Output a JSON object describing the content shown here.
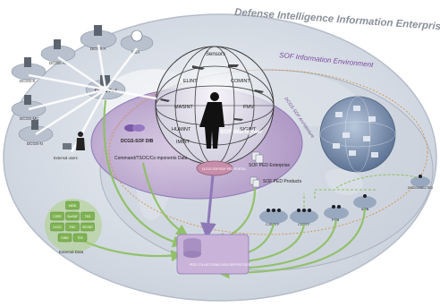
{
  "title": "Defense Intelligence Information Enterprise",
  "sof_env_label": "SOF Information Environment",
  "dcgs_sof_arch_label": "DCGS-SOF Architecture",
  "sensors_label": "Sensors",
  "warfighter": "SOF Warfighter",
  "portal_label": "DCGS-SOF/SOF PED PORTAL",
  "int_labels": {
    "elint": "ELINT",
    "comint": "COMINT",
    "masint": "MASINT",
    "fmv": "FMV",
    "humint": "HUMINT",
    "sigint": "SIGINT",
    "imint": "IMINT"
  },
  "dcgs_nodes": {
    "dcgs_a": "DCGS-A",
    "dcgs_af": "DCGS-AF",
    "nsa": "NSA",
    "dcgs_fed": "DCGS Fed",
    "dcgs_k": "DCGS-K",
    "dcgs_n": "DCGS-N",
    "dcgs_mc": "DCGS-MC"
  },
  "external_users": "External users",
  "dib_label": "DCGS-SOF DIB",
  "command_label": "Command/TSOC/Co mponents Data",
  "sof_ped_enterprise": "SOF PED Enterprise",
  "sof_ped_products": "SOF PED Products",
  "tactical_nodes": [
    "CJSOTF",
    "CSOTF",
    "FOB",
    "AOB"
  ],
  "disconnected": "DISCONNECTED",
  "external_data": "External Data",
  "external_data_items": [
    "MIDB",
    "CORE",
    "OneSAF",
    "TBO",
    "DCGS",
    "FMV",
    "GEOINT",
    "DIMS",
    "TDS"
  ],
  "storage_label": "PED COLLECTIONS DATA REPOSITORY",
  "colors": {
    "outer": "#d7dde6",
    "sof_env": "#c8cfd9",
    "purple": "#b8a0c9",
    "green": "#8cbf5e",
    "title": "#8a8f9a",
    "arrow_green": "#9acb6a",
    "arrow_purple": "#8e78b8"
  }
}
